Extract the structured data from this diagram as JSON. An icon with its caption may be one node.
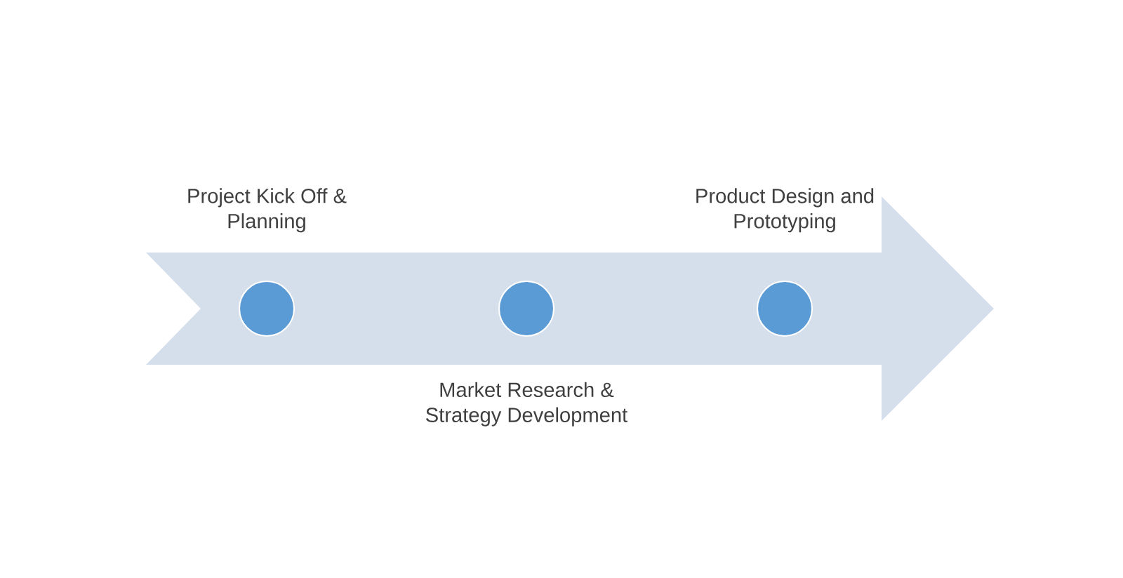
{
  "diagram": {
    "nodes": [
      {
        "text": [],
        "shape": "circle",
        "beside": [
          "Project Kick Off & Planning"
        ]
      },
      {
        "text": [],
        "shape": "circle",
        "beside": [
          "Market Research & Strategy Development"
        ]
      },
      {
        "text": [],
        "shape": "circle",
        "beside": [
          "Product Design and Prototyping"
        ]
      }
    ]
  }
}
